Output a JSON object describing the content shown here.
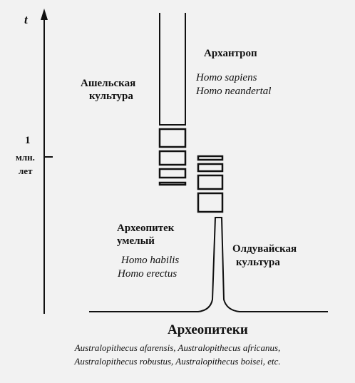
{
  "axis": {
    "symbol": "t",
    "tick_value": "1",
    "tick_unit_line1": "млн.",
    "tick_unit_line2": "лет"
  },
  "labels": {
    "archanthrop": "Архантроп",
    "acheulean_line1": "Ашельская",
    "acheulean_line2": "культура",
    "homo_sapiens": "Homo sapiens",
    "homo_neandertal": "Homo neandertal",
    "archaeopithecus_line1": "Археопитек",
    "archaeopithecus_line2": "умелый",
    "homo_habilis": "Homo habilis",
    "homo_erectus": "Homo erectus",
    "olduvai_line1": "Олдувайская",
    "olduvai_line2": "культура",
    "archaeopitheki": "Археопитеки"
  },
  "caption": {
    "line1": "Australopithecus afarensis, Australopithecus africanus,",
    "line2": "Australopithecus robustus, Australopithecus boisei, etc."
  },
  "colors": {
    "ink": "#111111",
    "paper": "#f2f2f2"
  }
}
